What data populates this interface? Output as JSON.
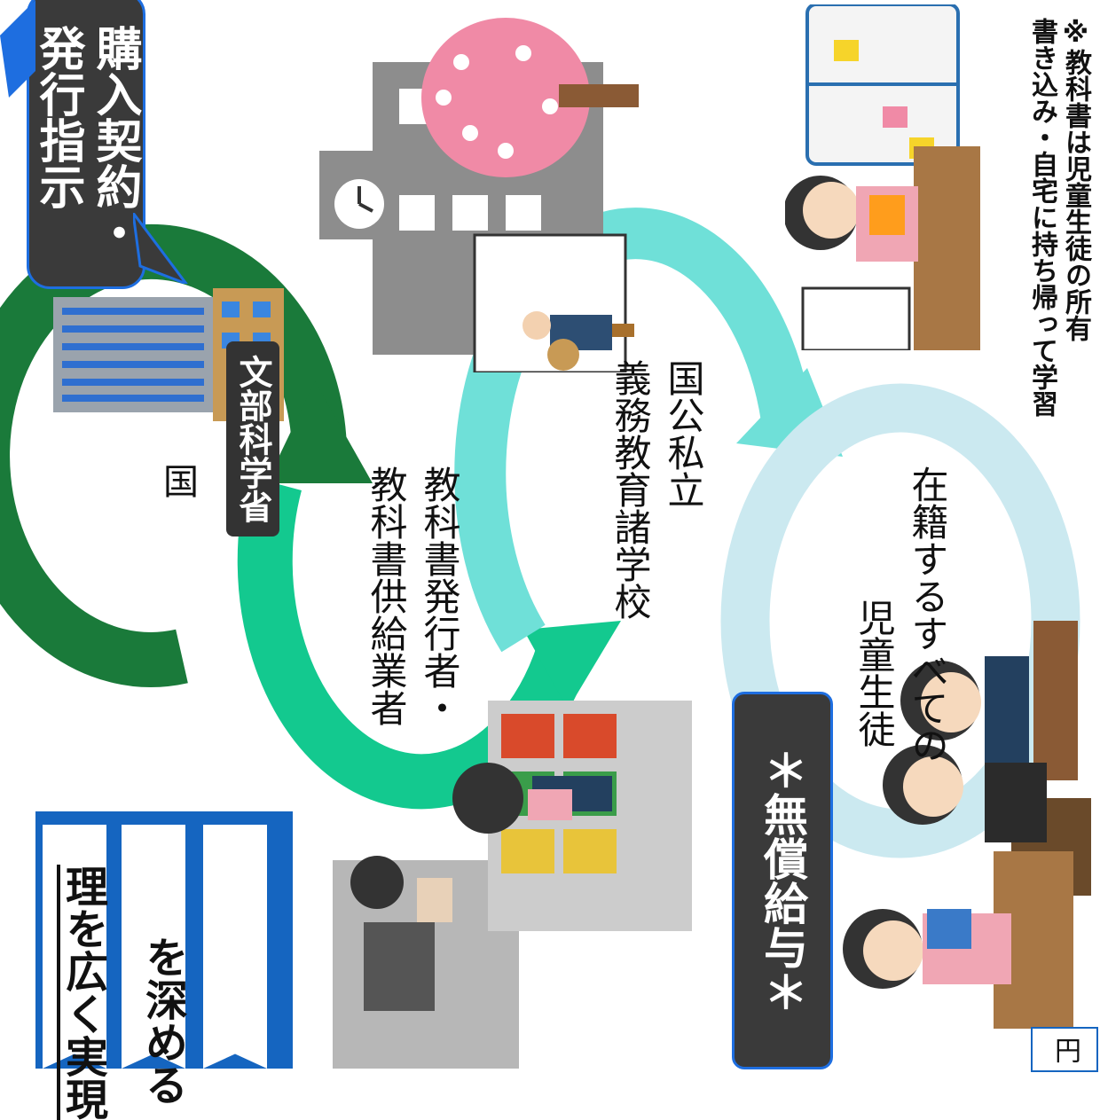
{
  "diagram": {
    "bubble_top": {
      "lines": [
        "購入契約・",
        "発行指示"
      ]
    },
    "ministry_label": "文部科学省",
    "country_label": "国",
    "publishers": {
      "lines": [
        "教科書発行者・",
        "教科書供給業者"
      ]
    },
    "schools": {
      "lines": [
        "国公私立",
        "義務教育諸学校"
      ]
    },
    "students": {
      "lines": [
        "在籍するすべての",
        "児童生徒"
      ]
    },
    "free_label": "＊無償給与＊",
    "note": {
      "lines": [
        "※教科書は児童生徒の所有",
        "書き込み・自宅に持ち帰って学習"
      ]
    },
    "left_panel": {
      "items": [
        "理を広く実現",
        "を深める",
        ""
      ]
    },
    "corner_text": "円"
  },
  "colors": {
    "dark_green": "#1a7a3a",
    "green": "#13c98f",
    "teal": "#6fe0d8",
    "light_blue": "#cbe9f0",
    "panel_blue": "#1565c0",
    "bubble_dark": "#3a3a3a"
  }
}
